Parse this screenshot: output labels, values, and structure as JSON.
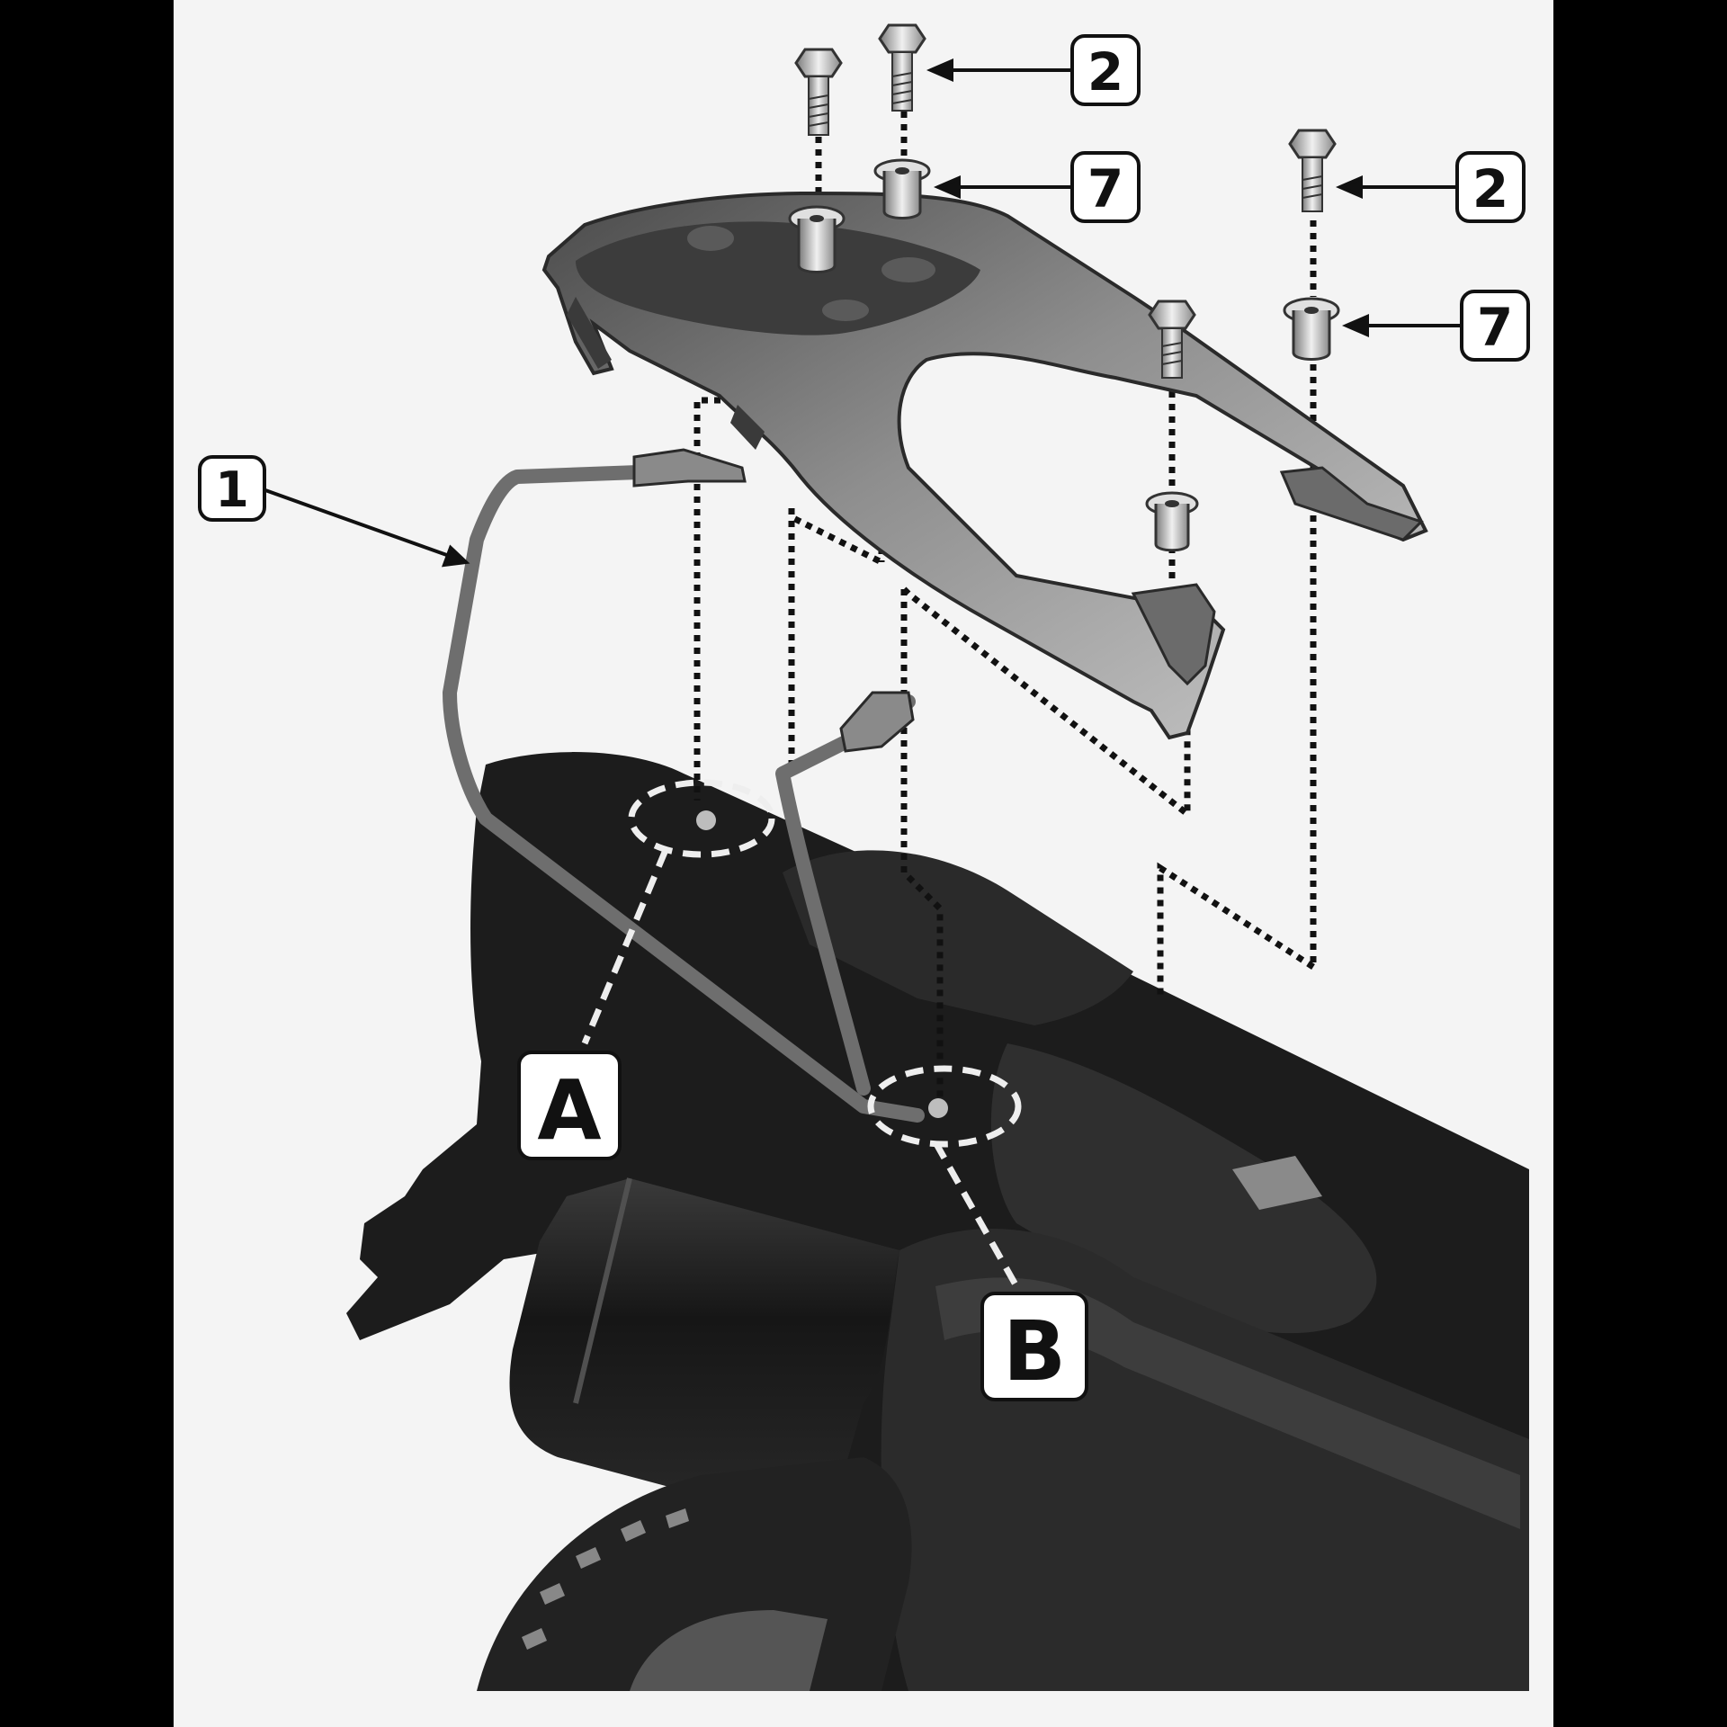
{
  "diagram": {
    "callouts": {
      "part_1": "1",
      "part_2_left": "2",
      "part_2_right": "2",
      "part_7_left": "7",
      "part_7_right": "7",
      "point_A": "A",
      "point_B": "B"
    }
  },
  "colors": {
    "background_bars": "#000000",
    "panel": "#f4f4f4",
    "ink": "#111111",
    "metal": "#9a9a9a",
    "metal_dark": "#5a5a5a",
    "bike_body": "#1c1c1c"
  }
}
